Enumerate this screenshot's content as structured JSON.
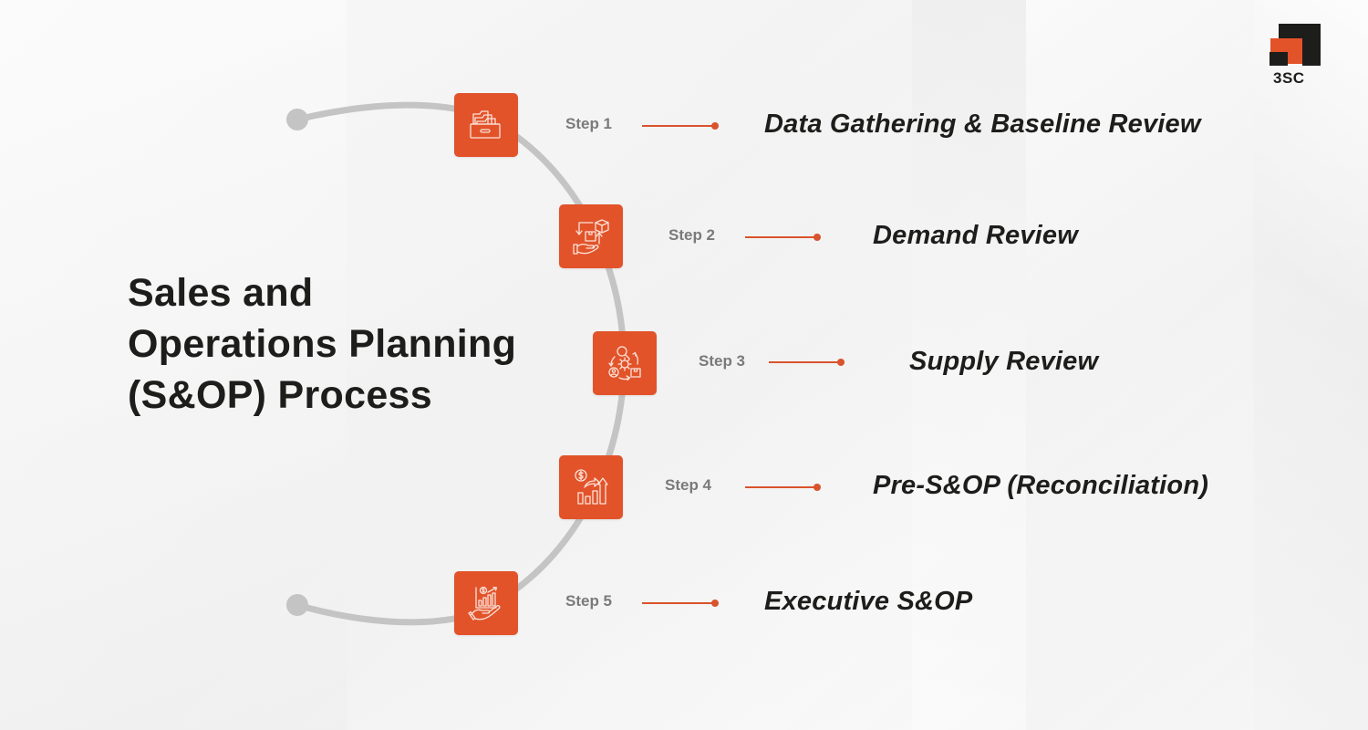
{
  "brand": {
    "logo_text": "3SC",
    "colors": {
      "accent": "#e2532a",
      "dark": "#1d1d1b",
      "arc": "#c4c4c4",
      "step_label": "#7a7a7a"
    }
  },
  "title": {
    "line1": "Sales and",
    "line2": "Operations Planning",
    "line3": "(S&OP) Process"
  },
  "steps": [
    {
      "label": "Step 1",
      "title": "Data Gathering & Baseline Review",
      "icon": "file-cabinet-icon"
    },
    {
      "label": "Step 2",
      "title": "Demand Review",
      "icon": "hand-package-icon"
    },
    {
      "label": "Step 3",
      "title": "Supply Review",
      "icon": "supply-cycle-gear-icon"
    },
    {
      "label": "Step 4",
      "title": "Pre-S&OP (Reconciliation)",
      "icon": "dollar-growth-chart-icon"
    },
    {
      "label": "Step 5",
      "title": "Executive S&OP",
      "icon": "hand-chart-icon"
    }
  ]
}
